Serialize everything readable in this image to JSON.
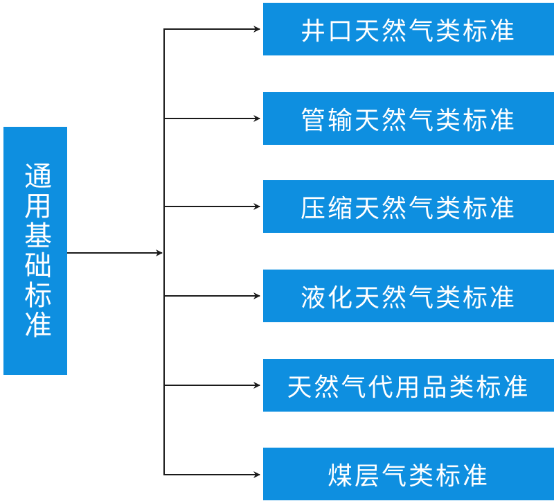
{
  "root": {
    "label": "通用基础标准"
  },
  "children": [
    {
      "label": "井口天然气类标准"
    },
    {
      "label": "管输天然气类标准"
    },
    {
      "label": "压缩天然气类标准"
    },
    {
      "label": "液化天然气类标准"
    },
    {
      "label": "天然气代用品类标准"
    },
    {
      "label": "煤层气类标准"
    }
  ],
  "colors": {
    "box": "#0E8FE0",
    "box_text": "#FFFFFF",
    "connector": "#1A1A1A"
  }
}
